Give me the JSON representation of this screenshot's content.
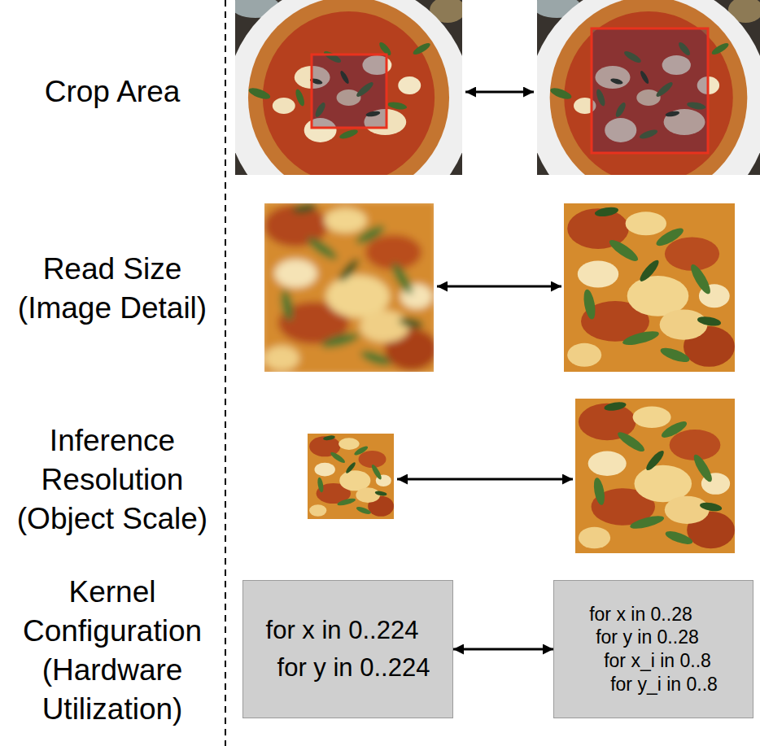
{
  "diagram": {
    "nodes": [
      {
        "text": [
          "for x in 0..224",
          "for y in 0..224"
        ]
      },
      {
        "text": [
          "for x in 0..28",
          "for y in 0..28",
          "for x_i in 0..8",
          "for y_i in 0..8"
        ]
      }
    ],
    "edges": [
      {
        "from": 0,
        "to": 1,
        "arrow": "both"
      }
    ],
    "labels": [
      "Crop Area",
      "Read Size (Image Detail)",
      "Inference Resolution (Object Scale)",
      "Kernel Configuration (Hardware Utilization)"
    ]
  }
}
